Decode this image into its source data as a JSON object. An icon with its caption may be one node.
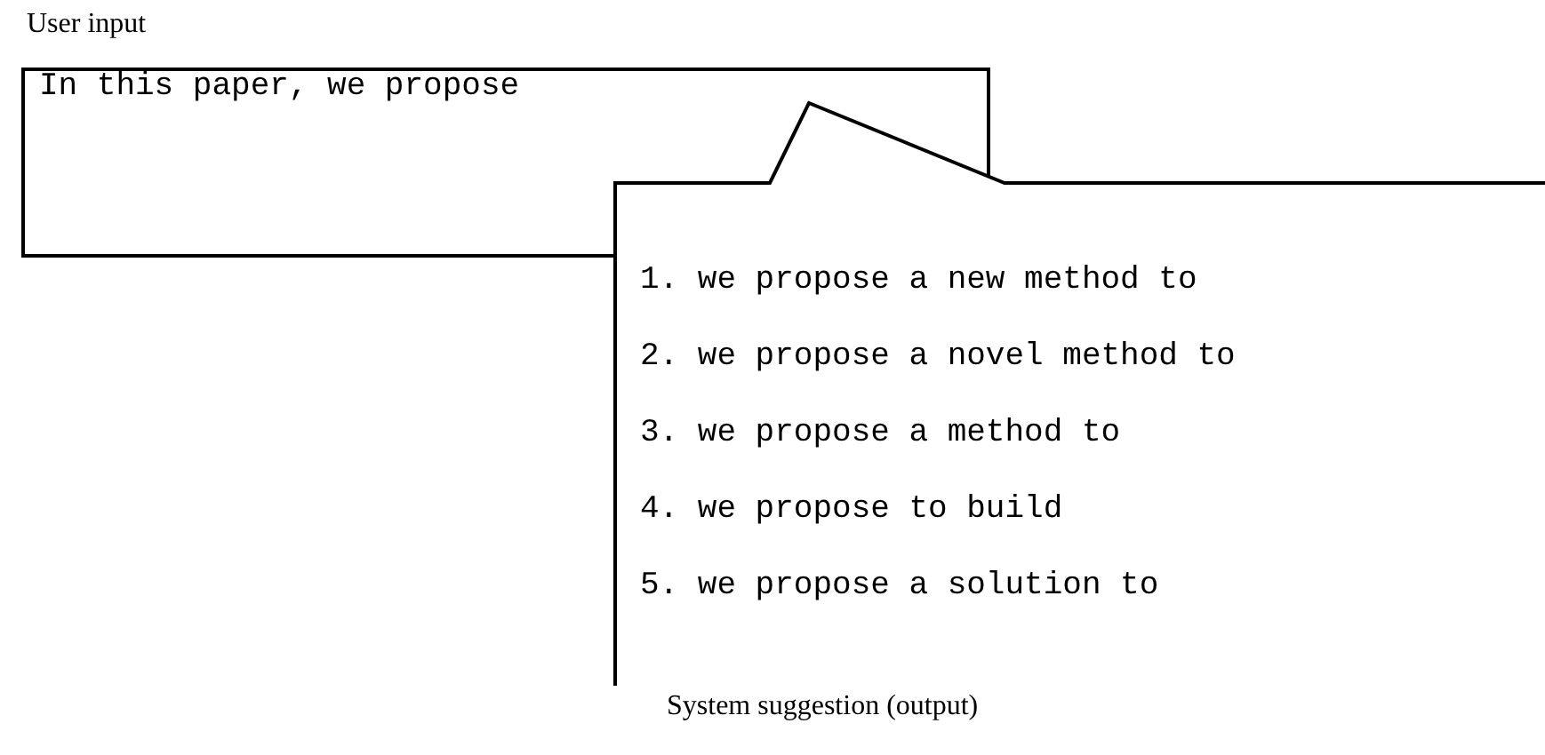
{
  "diagram": {
    "nodes": [
      {
        "text": [
          "User input",
          "In this paper, we propose"
        ]
      },
      {
        "text": [
          "1. we propose a new method to",
          "2. we propose a novel method to",
          "3. we propose a method to",
          "4. we propose to build",
          "5. we propose a solution to",
          "System suggestion (output)"
        ]
      }
    ]
  }
}
